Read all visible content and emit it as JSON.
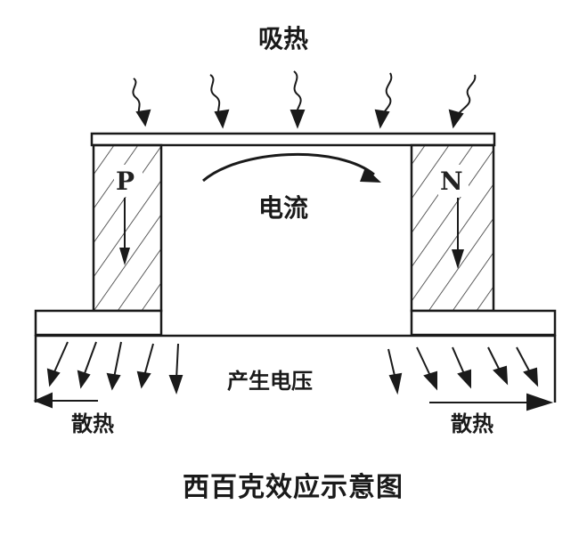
{
  "labels": {
    "absorb_heat": "吸热",
    "current": "电流",
    "voltage": "产生电压",
    "dissipate_left": "散热",
    "dissipate_right": "散热",
    "caption": "西百克效应示意图",
    "p_type": "P",
    "n_type": "N"
  },
  "colors": {
    "ink": "#1a1a1a",
    "background": "#ffffff"
  }
}
